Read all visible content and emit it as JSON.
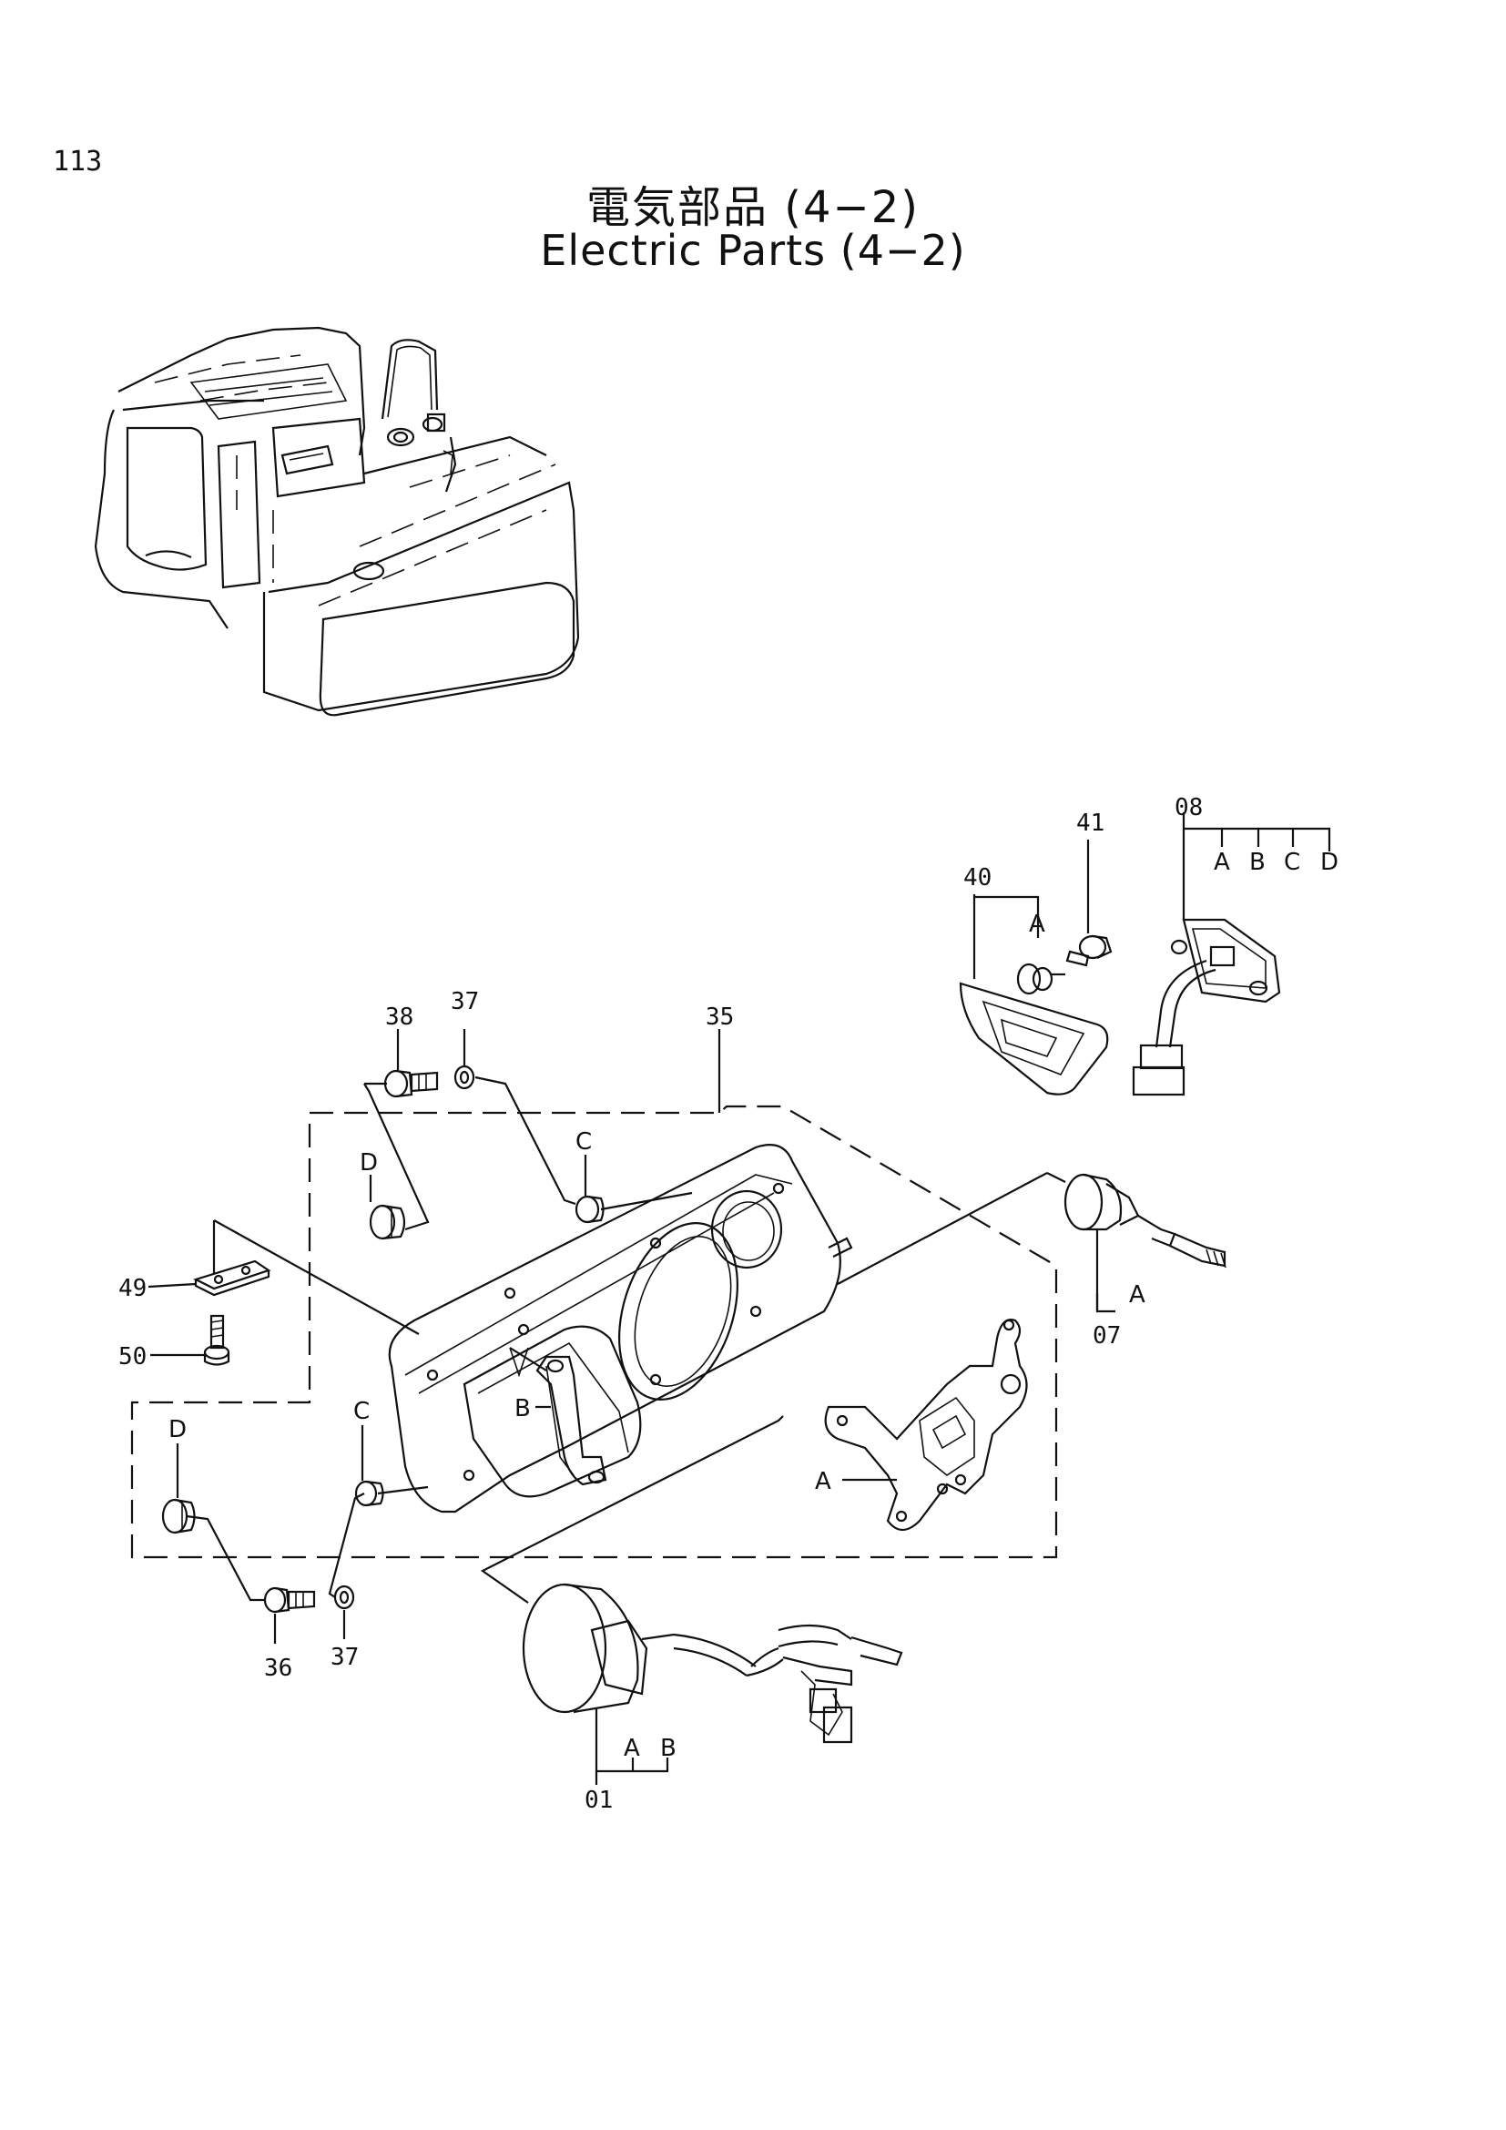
{
  "page_number": "113",
  "title_ja": "電気部品 (4−2)",
  "title_en": "Electric Parts (4−2)",
  "callouts": {
    "p01": "01",
    "p07": "07",
    "p08": "08",
    "p35": "35",
    "p36": "36",
    "p37_top": "37",
    "p37_bottom": "37",
    "p38": "38",
    "p40": "40",
    "p41": "41",
    "p49": "49",
    "p50": "50"
  },
  "variants": {
    "p01": [
      "A",
      "B"
    ],
    "p07": [
      "A"
    ],
    "p08": [
      "A",
      "B",
      "C",
      "D"
    ],
    "p40": [
      "A"
    ]
  },
  "reference_letters": {
    "c_top": "C",
    "c_mid": "C",
    "d_top": "D",
    "d_mid": "D",
    "b_bracket": "B",
    "a_bracket": "A"
  }
}
